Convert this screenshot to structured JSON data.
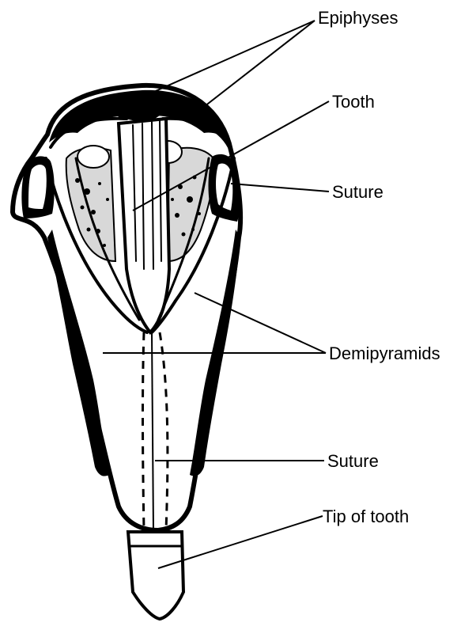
{
  "labels": {
    "epiphyses": "Epiphyses",
    "tooth": "Tooth",
    "suture_upper": "Suture",
    "demipyramids": "Demipyramids",
    "suture_lower": "Suture",
    "tip_of_tooth": "Tip of tooth"
  },
  "colors": {
    "ink": "#000000",
    "background": "#ffffff"
  }
}
